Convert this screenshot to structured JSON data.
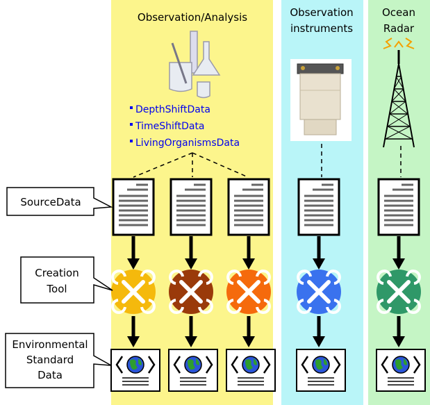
{
  "colors": {
    "analysis_band": "#fcf58c",
    "instruments_band": "#b9f5f8",
    "radar_band": "#c5f5c5",
    "tool_yellow": "#f5b90c",
    "tool_brown": "#9a3a0a",
    "tool_orange": "#f56a0c",
    "tool_blue": "#3a72ee",
    "tool_green": "#2f9868",
    "bullet_text": "#0000ee"
  },
  "columns": {
    "analysis": {
      "title": "Observation/Analysis"
    },
    "instruments": {
      "title_line1": "Observation",
      "title_line2": "instruments"
    },
    "radar": {
      "title_line1": "Ocean",
      "title_line2": "Radar"
    }
  },
  "analysis_items": [
    "DepthShiftData",
    "TimeShiftData",
    "LivingOrganismsData"
  ],
  "callouts": {
    "source": "SourceData",
    "tool_line1": "Creation",
    "tool_line2": "Tool",
    "standard_line1": "Environmental",
    "standard_line2": "Standard",
    "standard_line3": "Data"
  },
  "icons": {
    "lab": "lab-glassware-icon",
    "instrument": "observation-instrument-icon",
    "radar": "radar-tower-icon",
    "document": "document-icon",
    "tool": "wrench-tools-icon",
    "standard": "globe-xml-document-icon"
  }
}
